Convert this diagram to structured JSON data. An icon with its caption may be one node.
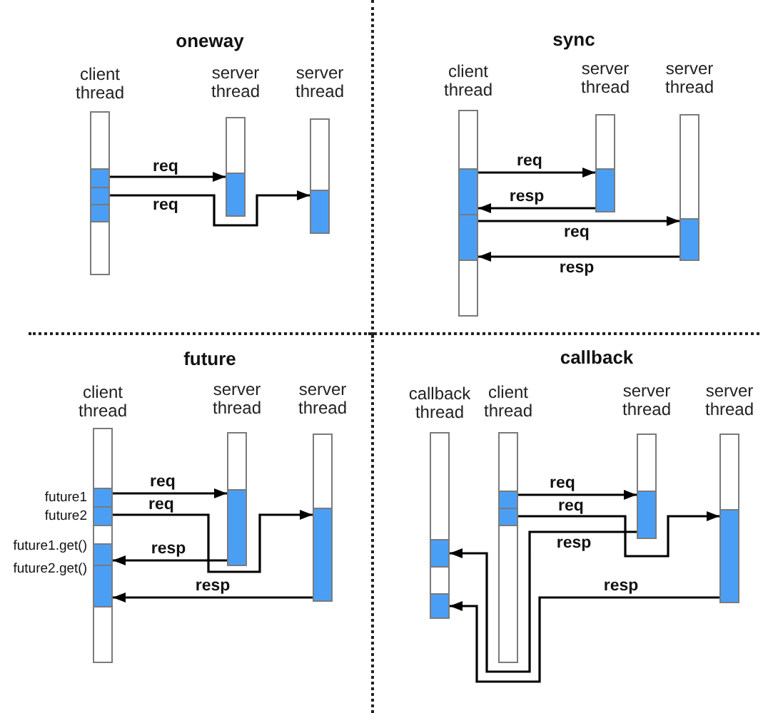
{
  "diagram": {
    "nodes": [
      {
        "text": [
          "oneway"
        ]
      },
      {
        "text": [
          "client thread"
        ],
        "in": 0
      },
      {
        "text": [],
        "shape": "box",
        "in": 1
      },
      {
        "text": [],
        "shape": "box",
        "in": 1
      },
      {
        "text": [],
        "shape": "box",
        "in": 1
      },
      {
        "text": [],
        "shape": "box",
        "in": 1
      },
      {
        "text": [],
        "shape": "box",
        "in": 1
      },
      {
        "text": [
          "server thread"
        ],
        "in": 0
      },
      {
        "text": [],
        "shape": "box",
        "in": 7
      },
      {
        "text": [],
        "shape": "box",
        "in": 7
      },
      {
        "text": [
          "server thread"
        ],
        "in": 0
      },
      {
        "text": [],
        "shape": "box",
        "in": 10
      },
      {
        "text": [],
        "shape": "box",
        "in": 10
      },
      {
        "text": [
          "sync"
        ]
      },
      {
        "text": [
          "client thread"
        ],
        "in": 13
      },
      {
        "text": [],
        "shape": "box",
        "in": 14
      },
      {
        "text": [],
        "shape": "box",
        "in": 14
      },
      {
        "text": [],
        "shape": "box",
        "in": 14
      },
      {
        "text": [],
        "shape": "box",
        "in": 14
      },
      {
        "text": [
          "server thread"
        ],
        "in": 13
      },
      {
        "text": [],
        "shape": "box",
        "in": 19
      },
      {
        "text": [],
        "shape": "box",
        "in": 19
      },
      {
        "text": [
          "server thread"
        ],
        "in": 13
      },
      {
        "text": [],
        "shape": "box",
        "in": 22
      },
      {
        "text": [],
        "shape": "box",
        "in": 22
      },
      {
        "text": [
          "future"
        ]
      },
      {
        "text": [
          "client thread"
        ],
        "in": 25
      },
      {
        "text": [],
        "shape": "box",
        "in": 26
      },
      {
        "text": [],
        "shape": "box",
        "in": 26,
        "beside": [
          "future1"
        ]
      },
      {
        "text": [],
        "shape": "box",
        "in": 26,
        "beside": [
          "future2"
        ]
      },
      {
        "text": [],
        "shape": "box",
        "in": 26
      },
      {
        "text": [],
        "shape": "box",
        "in": 26,
        "beside": [
          "future1.get()"
        ]
      },
      {
        "text": [],
        "shape": "box",
        "in": 26,
        "beside": [
          "future2.get()"
        ]
      },
      {
        "text": [],
        "shape": "box",
        "in": 26
      },
      {
        "text": [
          "server thread"
        ],
        "in": 25
      },
      {
        "text": [],
        "shape": "box",
        "in": 34
      },
      {
        "text": [],
        "shape": "box",
        "in": 34
      },
      {
        "text": [
          "server thread"
        ],
        "in": 25
      },
      {
        "text": [],
        "shape": "box",
        "in": 37
      },
      {
        "text": [],
        "shape": "box",
        "in": 37
      },
      {
        "text": [
          "callback"
        ]
      },
      {
        "text": [
          "callback thread"
        ],
        "in": 40
      },
      {
        "text": [],
        "shape": "box",
        "in": 41
      },
      {
        "text": [],
        "shape": "box",
        "in": 41
      },
      {
        "text": [],
        "shape": "box",
        "in": 41
      },
      {
        "text": [],
        "shape": "box",
        "in": 41
      },
      {
        "text": [
          "client thread"
        ],
        "in": 40
      },
      {
        "text": [],
        "shape": "box",
        "in": 46
      },
      {
        "text": [],
        "shape": "box",
        "in": 46
      },
      {
        "text": [],
        "shape": "box",
        "in": 46
      },
      {
        "text": [],
        "shape": "box",
        "in": 46
      },
      {
        "text": [
          "server thread"
        ],
        "in": 40
      },
      {
        "text": [],
        "shape": "box",
        "in": 51
      },
      {
        "text": [],
        "shape": "box",
        "in": 51
      },
      {
        "text": [
          "server thread"
        ],
        "in": 40
      },
      {
        "text": [],
        "shape": "box",
        "in": 54
      },
      {
        "text": [],
        "shape": "box",
        "in": 54
      }
    ],
    "edges": [
      {
        "from": 3,
        "to": 9,
        "arrow": "to",
        "label": "req"
      },
      {
        "from": 4,
        "to": 12,
        "arrow": "to",
        "label": "req"
      },
      {
        "from": 16,
        "to": 21,
        "arrow": "to",
        "label": "req"
      },
      {
        "from": 21,
        "to": 16,
        "arrow": "to",
        "label": "resp"
      },
      {
        "from": 17,
        "to": 24,
        "arrow": "to",
        "label": "req"
      },
      {
        "from": 24,
        "to": 17,
        "arrow": "to",
        "label": "resp"
      },
      {
        "from": 28,
        "to": 36,
        "arrow": "to",
        "label": "req"
      },
      {
        "from": 29,
        "to": 39,
        "arrow": "to",
        "label": "req"
      },
      {
        "from": 36,
        "to": 31,
        "arrow": "to",
        "label": "resp"
      },
      {
        "from": 39,
        "to": 32,
        "arrow": "to",
        "label": "resp"
      },
      {
        "from": 48,
        "to": 53,
        "arrow": "to",
        "label": "req"
      },
      {
        "from": 49,
        "to": 56,
        "arrow": "to",
        "label": "req"
      },
      {
        "from": 53,
        "to": 43,
        "arrow": "to",
        "label": "resp"
      },
      {
        "from": 56,
        "to": 45,
        "arrow": "to",
        "label": "resp"
      }
    ]
  }
}
